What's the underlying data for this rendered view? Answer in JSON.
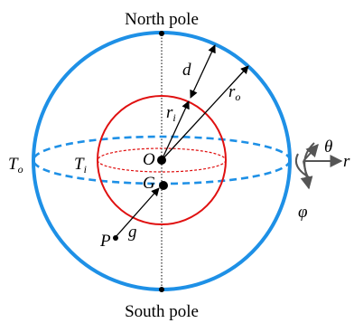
{
  "labels": {
    "north_pole": "North pole",
    "south_pole": "South pole",
    "d": "d",
    "r_i_main": "r",
    "r_i_sub": "i",
    "r_o_main": "r",
    "r_o_sub": "o",
    "T_o_main": "T",
    "T_o_sub": "o",
    "T_i_main": "T",
    "T_i_sub": "i",
    "O": "O",
    "G": "G",
    "P": "P",
    "g": "g",
    "theta": "θ",
    "phi": "φ",
    "r": "r"
  },
  "colors": {
    "outer_sphere": "#1e90e6",
    "inner_sphere": "#e01010",
    "lines": "#000000"
  }
}
